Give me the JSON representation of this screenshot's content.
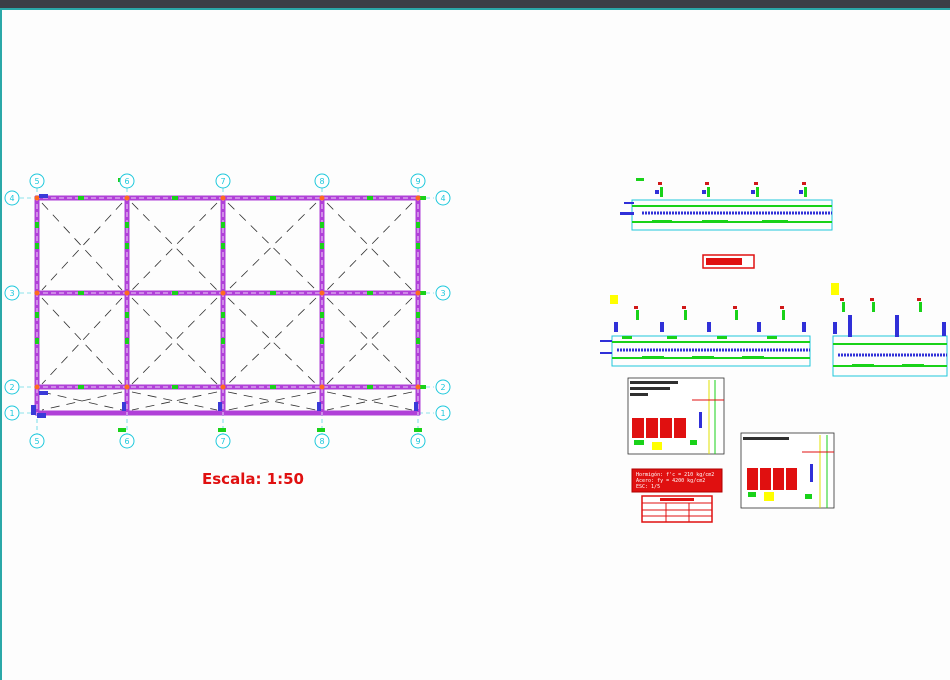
{
  "title_bar": {
    "label": ""
  },
  "plan": {
    "scale_label": "Escala: 1:50",
    "column_axes": [
      "5",
      "6",
      "7",
      "8",
      "9"
    ],
    "row_axes_left": [
      "4",
      "3",
      "2",
      "1"
    ],
    "row_axes_right": [
      "4",
      "3",
      "2",
      "1"
    ]
  },
  "details": {
    "note_lines": [
      "Hormigón: f'c = 210 kg/cm2",
      "Acero: fy = 4200 kg/cm2",
      "ESC: 1/5"
    ]
  },
  "colors": {
    "background": "#fdfdfd",
    "frame_accent": "#2aa8a8",
    "beam": "#b040d8",
    "connector": "#19d219",
    "axis": "#1ec8dc",
    "annotation": "#e01010",
    "hatch": "#303030"
  }
}
